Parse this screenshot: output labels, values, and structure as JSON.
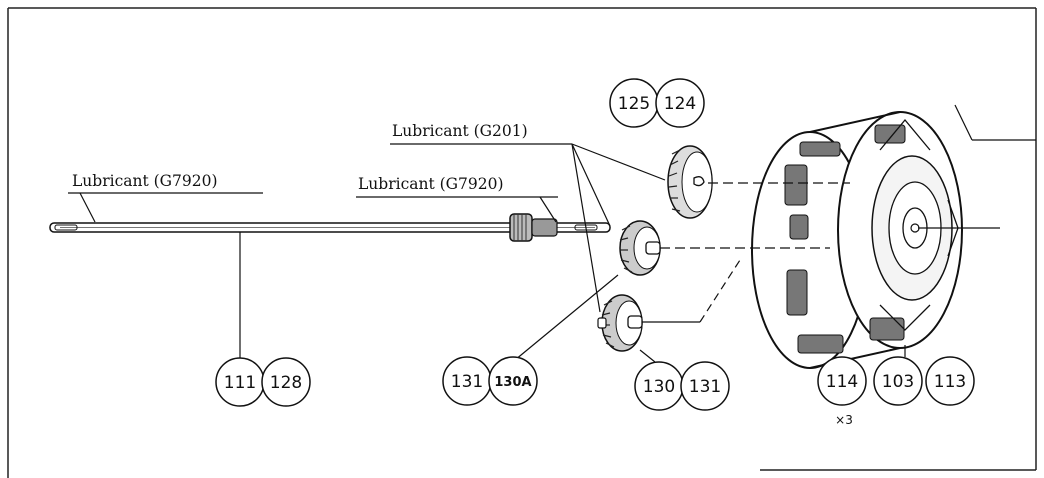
{
  "diagram": {
    "lubricant_labels": [
      "Lubricant (G7920)",
      "Lubricant (G7920)",
      "Lubricant (G201)"
    ],
    "part_numbers": {
      "top_pair": [
        "125",
        "124"
      ],
      "shaft_pair": [
        "111",
        "128"
      ],
      "gear_pair_a": [
        "131",
        "130A"
      ],
      "gear_pair_b": [
        "130",
        "131"
      ],
      "housing_group": [
        "114",
        "103",
        "113"
      ]
    },
    "quantity_note": "×3"
  }
}
